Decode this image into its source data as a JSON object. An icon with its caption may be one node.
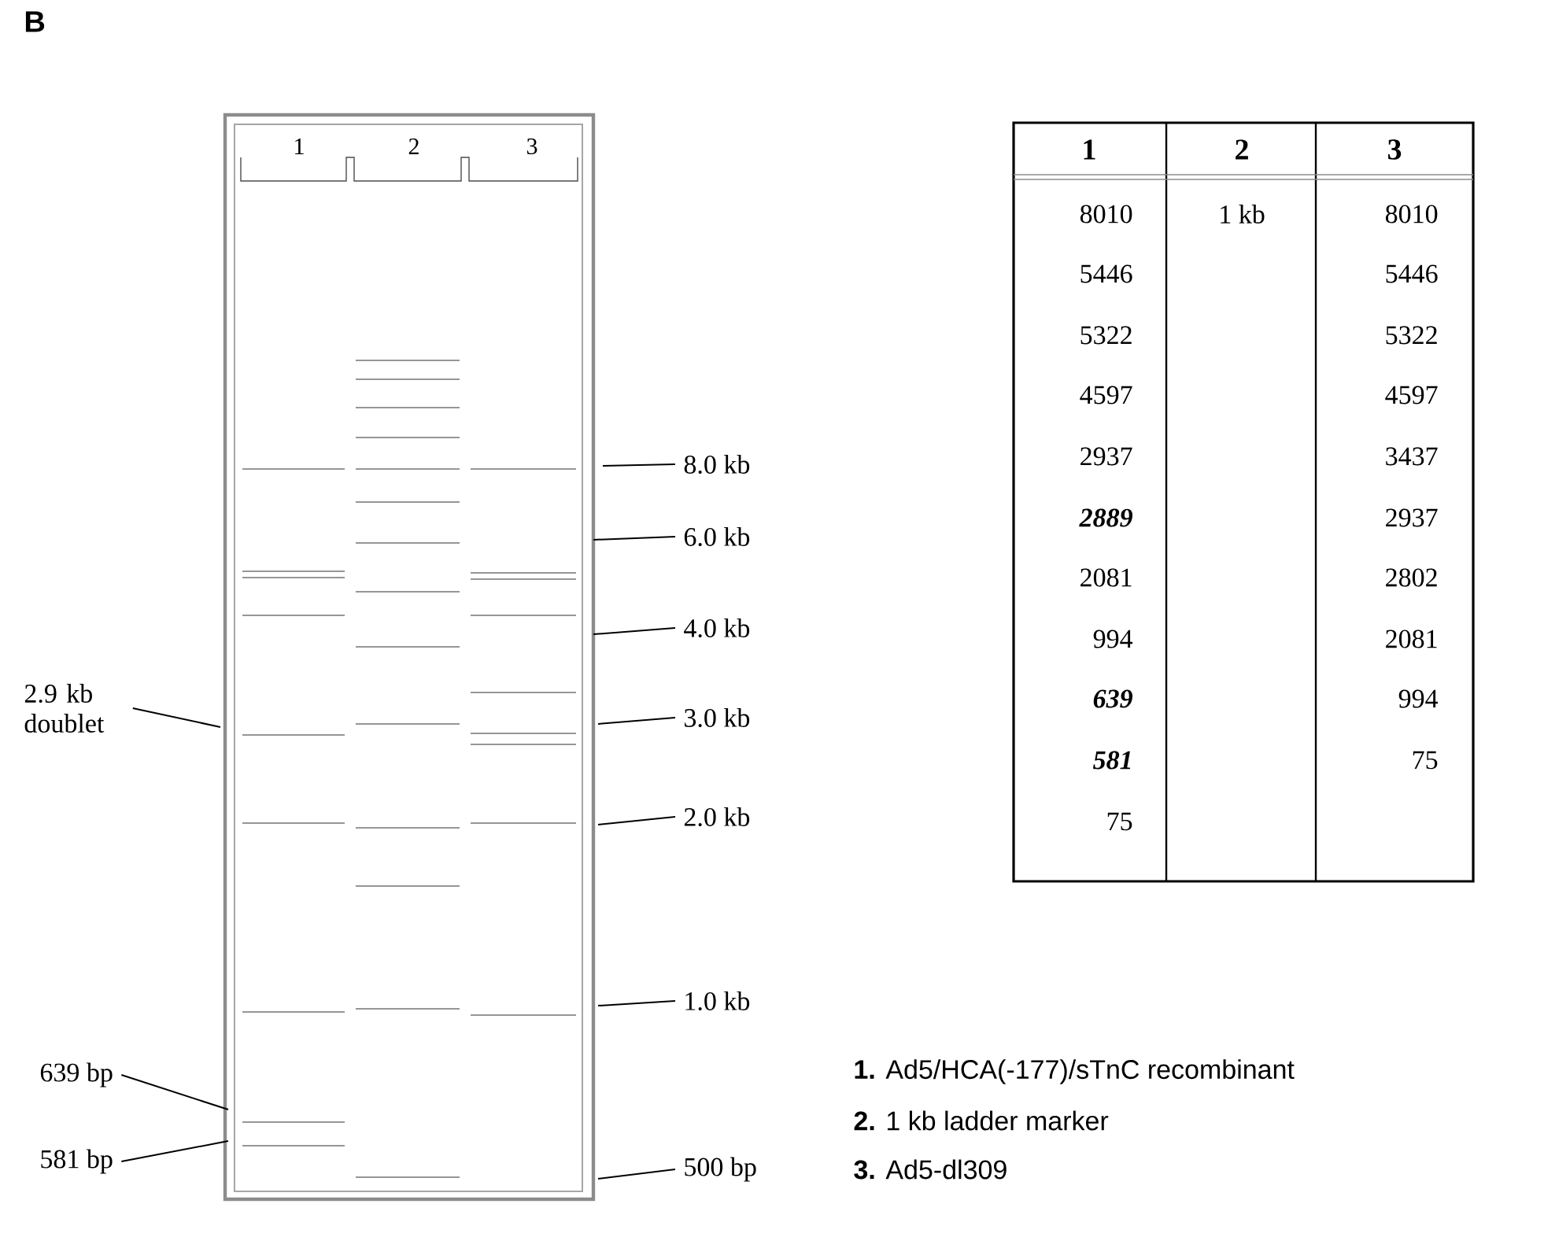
{
  "diagram": {
    "nodes": [
      {
        "text": [
          "8.0 kb"
        ]
      },
      {
        "text": [
          "6.0 kb"
        ]
      },
      {
        "text": [
          "4.0 kb"
        ]
      },
      {
        "text": [
          "2.9 kb doublet"
        ]
      },
      {
        "text": [
          "3.0 kb"
        ]
      },
      {
        "text": [
          "2.0 kb"
        ]
      },
      {
        "text": [
          "1.0 kb"
        ]
      },
      {
        "text": [
          "639 bp"
        ]
      },
      {
        "text": [
          "581 bp"
        ]
      },
      {
        "text": [
          "500 bp"
        ]
      }
    ],
    "edges": [
      {
        "from": 0,
        "to": null,
        "arrow": "none"
      },
      {
        "from": 1,
        "to": null,
        "arrow": "none"
      },
      {
        "from": 2,
        "to": null,
        "arrow": "none"
      },
      {
        "from": 3,
        "to": null,
        "arrow": "none"
      },
      {
        "from": 4,
        "to": null,
        "arrow": "none"
      },
      {
        "from": 5,
        "to": null,
        "arrow": "none"
      },
      {
        "from": 6,
        "to": null,
        "arrow": "none"
      },
      {
        "from": 7,
        "to": null,
        "arrow": "none"
      },
      {
        "from": 8,
        "to": null,
        "arrow": "none"
      },
      {
        "from": 9,
        "to": null,
        "arrow": "none"
      }
    ],
    "labels": [
      "B",
      "1",
      "2",
      "3",
      "1",
      "2",
      "3",
      "8010",
      "1 kb",
      "8010",
      "5446",
      "5446",
      "5322",
      "5322",
      "4597",
      "4597",
      "2937",
      "3437",
      "2889",
      "2937",
      "2081",
      "2802",
      "994",
      "2081",
      "639",
      "994",
      "581",
      "75",
      "75",
      "**1.** Ad5/HCA(-177)/sTnC recombinant",
      "**2.** 1 kb ladder marker",
      "**3.** Ad5-dl309"
    ]
  }
}
